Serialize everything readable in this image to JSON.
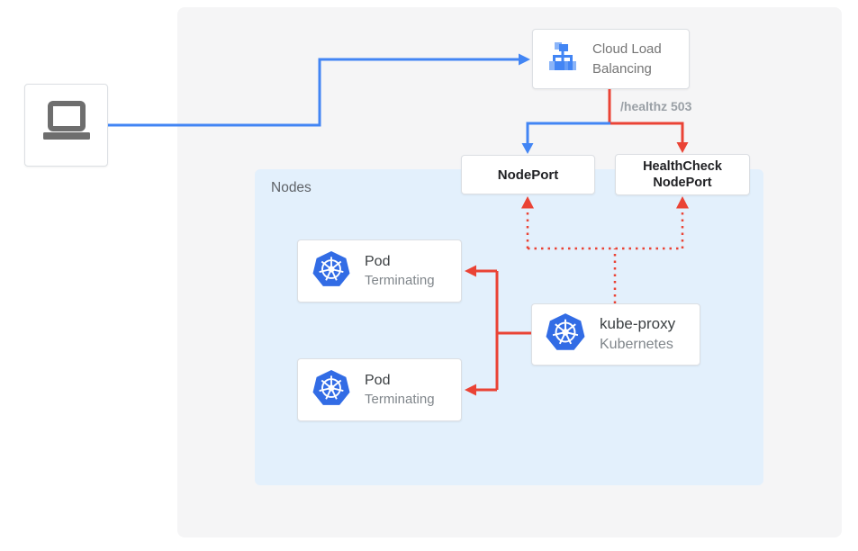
{
  "client": {
    "icon": "laptop-icon"
  },
  "cloud_load_balancing": {
    "icon": "cloud-load-balancing-icon",
    "line1": "Cloud Load",
    "line2": "Balancing"
  },
  "healthz_label": "/healthz 503",
  "nodeport": {
    "label": "NodePort"
  },
  "healthcheck_nodeport": {
    "line1": "HealthCheck",
    "line2": "NodePort"
  },
  "nodes": {
    "label": "Nodes"
  },
  "pods": [
    {
      "title": "Pod",
      "status": "Terminating",
      "icon": "kubernetes-icon"
    },
    {
      "title": "Pod",
      "status": "Terminating",
      "icon": "kubernetes-icon"
    }
  ],
  "kube_proxy": {
    "title": "kube-proxy",
    "subtitle": "Kubernetes",
    "icon": "kubernetes-icon"
  },
  "connections": {
    "client_to_clb": "blue solid arrow",
    "clb_to_nodeport": "blue solid arrow",
    "clb_to_healthcheck_nodeport": "red solid arrow",
    "kube_proxy_to_pods": "red solid arrows",
    "kube_proxy_to_nodeports": "red dotted arrows"
  },
  "colors": {
    "blue": "#4285F4",
    "red": "#EA4335",
    "gray_panel": "#F5F5F6",
    "nodes_bg": "#E3F0FC",
    "kubernetes_blue": "#326CE5",
    "text_primary": "#3C4043",
    "text_secondary": "#80868B",
    "healthz_text": "#9AA0A6"
  }
}
